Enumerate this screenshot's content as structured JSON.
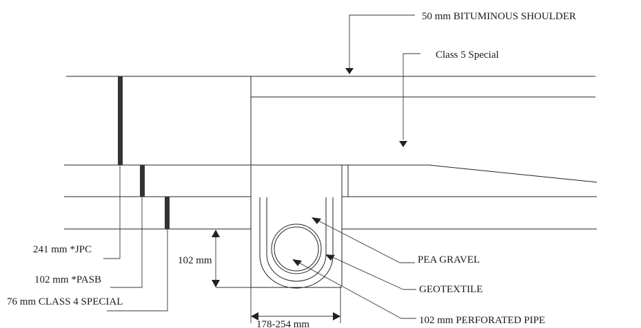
{
  "labels": {
    "bituminous_shoulder": "50 mm BITUMINOUS SHOULDER",
    "class5_special": "Class 5 Special",
    "jpc": "241 mm *JPC",
    "pasb": "102 mm *PASB",
    "class4_special": "76 mm CLASS 4 SPECIAL",
    "depth_102": "102 mm",
    "trench_width": "178-254 mm",
    "pea_gravel": "PEA GRAVEL",
    "geotextile": "GEOTEXTILE",
    "perforated_pipe": "102 mm PERFORATED PIPE"
  },
  "colors": {
    "line": "#222222",
    "text": "#1a1a1a",
    "background": "#ffffff"
  }
}
